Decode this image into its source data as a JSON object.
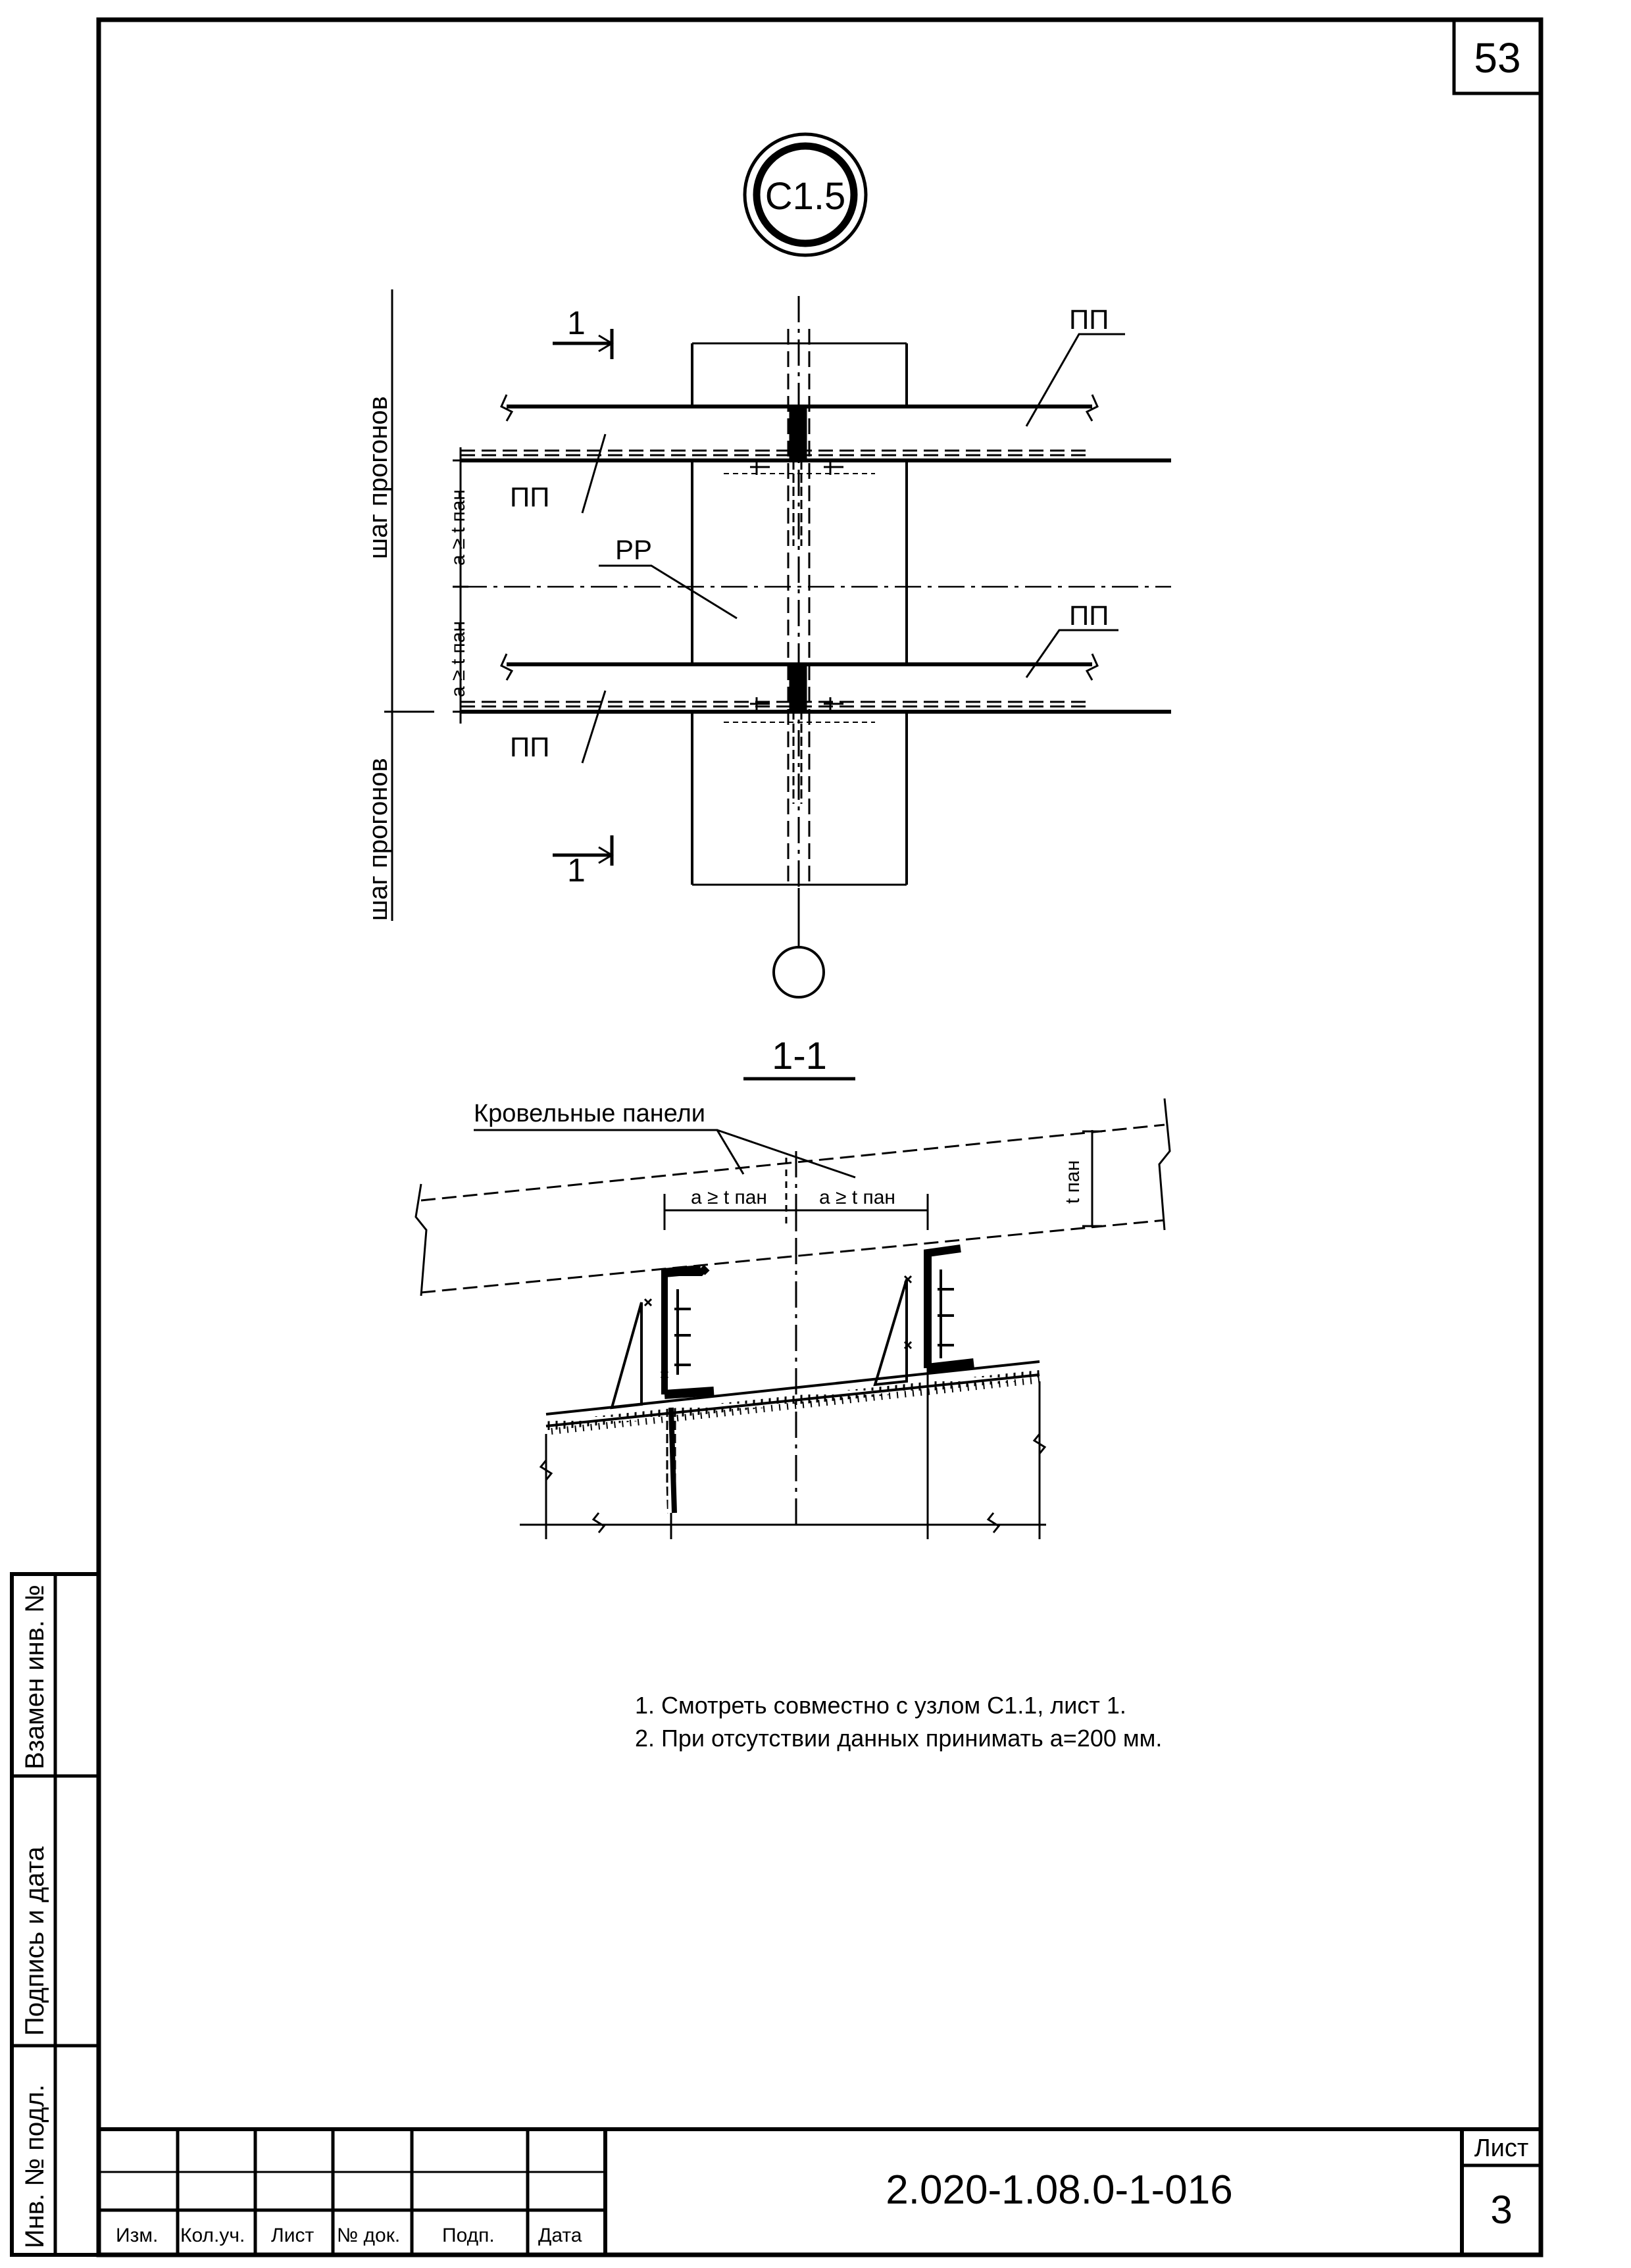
{
  "sheet": {
    "corner_number": "53",
    "node_marker": "С1.5",
    "section_title": "1-1",
    "section_mark": "1",
    "side_labels": {
      "step_top": "шаг прогонов",
      "step_bottom": "шаг прогонов"
    },
    "plan_labels": {
      "pp_right_top": "ПП",
      "pp_left_top": "ПП",
      "rr": "РР",
      "pp_right_bottom": "ПП",
      "pp_left_bottom": "ПП",
      "dim_a_top": "a ≥ t пан",
      "dim_a_bottom": "a ≥ t пан"
    },
    "section_labels": {
      "roof_panels": "Кровельные панели",
      "dim_left": "a ≥ t пан",
      "dim_right": "a ≥ t пан",
      "t_pan": "t пан"
    },
    "notes": [
      "1. Смотреть совместно с узлом С1.1, лист 1.",
      "2. При отсутствии данных принимать a=200 мм."
    ]
  },
  "left_strip": {
    "inv_replace": "Взамен инв. №",
    "sign_date": "Подпись и дата",
    "inv_orig": "Инв. № подл."
  },
  "title_block": {
    "headers": [
      "Изм.",
      "Кол.уч.",
      "Лист",
      "№ док.",
      "Подп.",
      "Дата"
    ],
    "code": "2.020-1.08.0-1-016",
    "sheet_label": "Лист",
    "sheet_number": "3"
  }
}
